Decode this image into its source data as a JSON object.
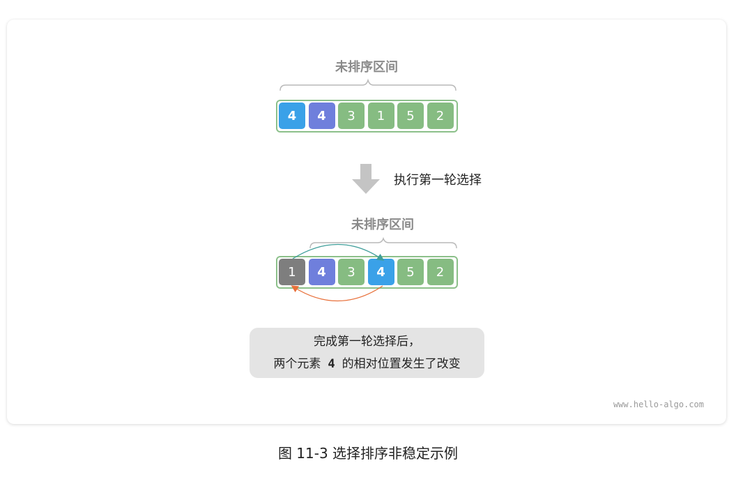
{
  "diagram": {
    "top": {
      "region_label": "未排序区间",
      "cells": [
        {
          "value": "4",
          "color": "#3aa1e8",
          "bold": true
        },
        {
          "value": "4",
          "color": "#6f7fdc",
          "bold": true
        },
        {
          "value": "3",
          "color": "#86bc82",
          "bold": false
        },
        {
          "value": "1",
          "color": "#86bc82",
          "bold": false
        },
        {
          "value": "5",
          "color": "#86bc82",
          "bold": false
        },
        {
          "value": "2",
          "color": "#86bc82",
          "bold": false
        }
      ]
    },
    "step_label": "执行第一轮选择",
    "bottom": {
      "region_label": "未排序区间",
      "cells": [
        {
          "value": "1",
          "color": "#7e7e7e",
          "bold": false
        },
        {
          "value": "4",
          "color": "#6f7fdc",
          "bold": true
        },
        {
          "value": "3",
          "color": "#86bc82",
          "bold": false
        },
        {
          "value": "4",
          "color": "#3aa1e8",
          "bold": true
        },
        {
          "value": "5",
          "color": "#86bc82",
          "bold": false
        },
        {
          "value": "2",
          "color": "#86bc82",
          "bold": false
        }
      ]
    },
    "note": {
      "line1": "完成第一轮选择后，",
      "line2_before": "两个元素",
      "line2_highlight": "4",
      "line2_after": "的相对位置发生了改变"
    },
    "colors": {
      "border": "#8cc08a",
      "brace": "#b8b8b8",
      "arrow": "#c4c4c4",
      "swap_forward": "#3f9e9a",
      "swap_back": "#e8703a"
    }
  },
  "watermark": "www.hello-algo.com",
  "caption": "图 11-3   选择排序非稳定示例"
}
